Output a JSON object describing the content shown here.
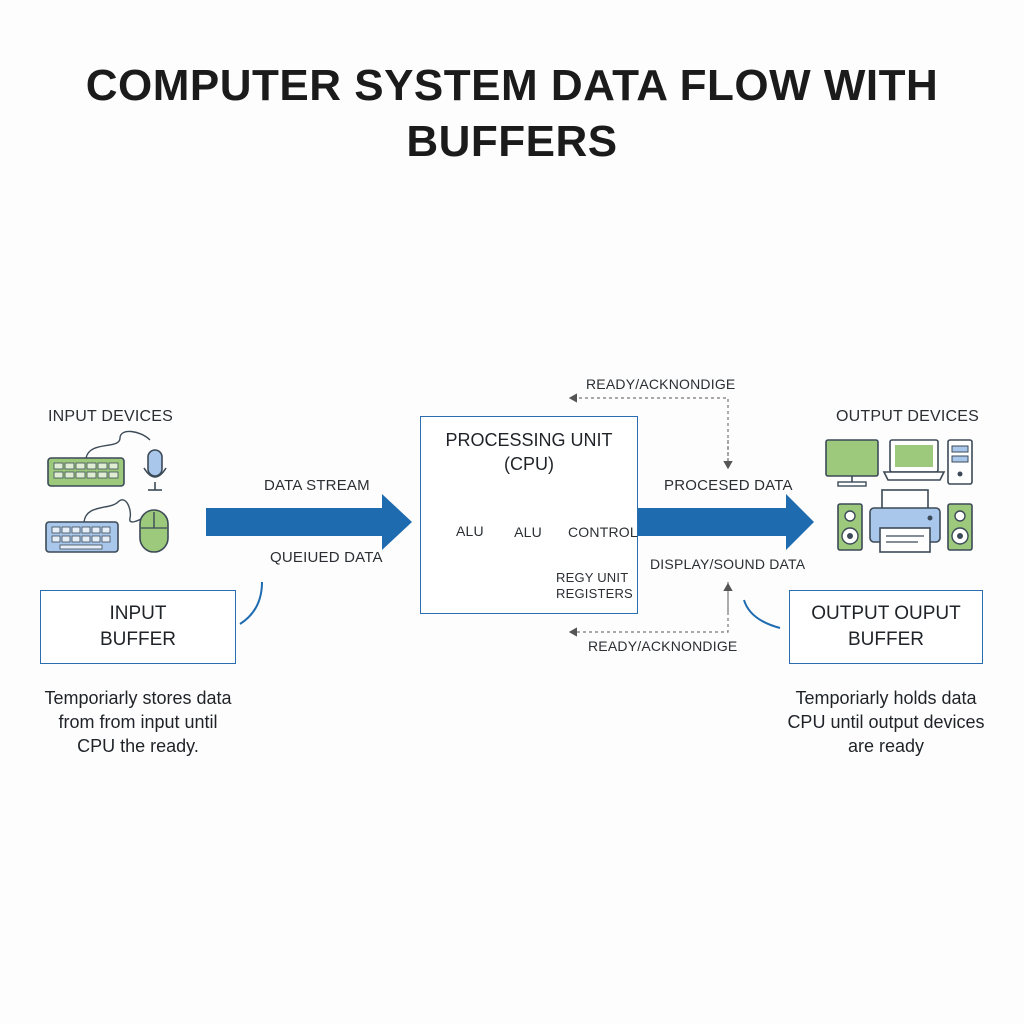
{
  "title": [
    "COMPUTER SYSTEM DATA FLOW WITH",
    "BUFFERS"
  ],
  "input": {
    "devices_label": "INPUT DEVICES",
    "buffer_lines": [
      "INPUT",
      "BUFFER"
    ],
    "description": [
      "Temporiarly stores data",
      "from from input until",
      "CPU the ready."
    ]
  },
  "arrows": {
    "data_stream": "DATA STREAM",
    "queued_data": "QUEIUED DATA",
    "processed_data": "PROCESED DATA",
    "display_sound_data": "DISPLAY/SOUND DATA",
    "ready_top": "READY/ACKNONDIGE",
    "ready_bottom": "READY/ACKNONDIGE"
  },
  "cpu": {
    "title_lines": [
      "PROCESSING UNIT",
      "(CPU)"
    ],
    "alu_left": "ALU",
    "alu_chip": "ALU",
    "control": "CONTROL",
    "unit": "REGY UNIT",
    "registers": "REGISTERS"
  },
  "output": {
    "devices_label": "OUTPUT DEVICES",
    "buffer_lines": [
      "OUTPUT OUPUT",
      "BUFFER"
    ],
    "description": [
      "Temporiarly holds data",
      "CPU until output devices",
      "are ready"
    ]
  },
  "colors": {
    "accent": "#1e6bb0",
    "device_green": "#9cc97c",
    "device_blue": "#a9c7ea",
    "outline": "#3c4a57"
  }
}
